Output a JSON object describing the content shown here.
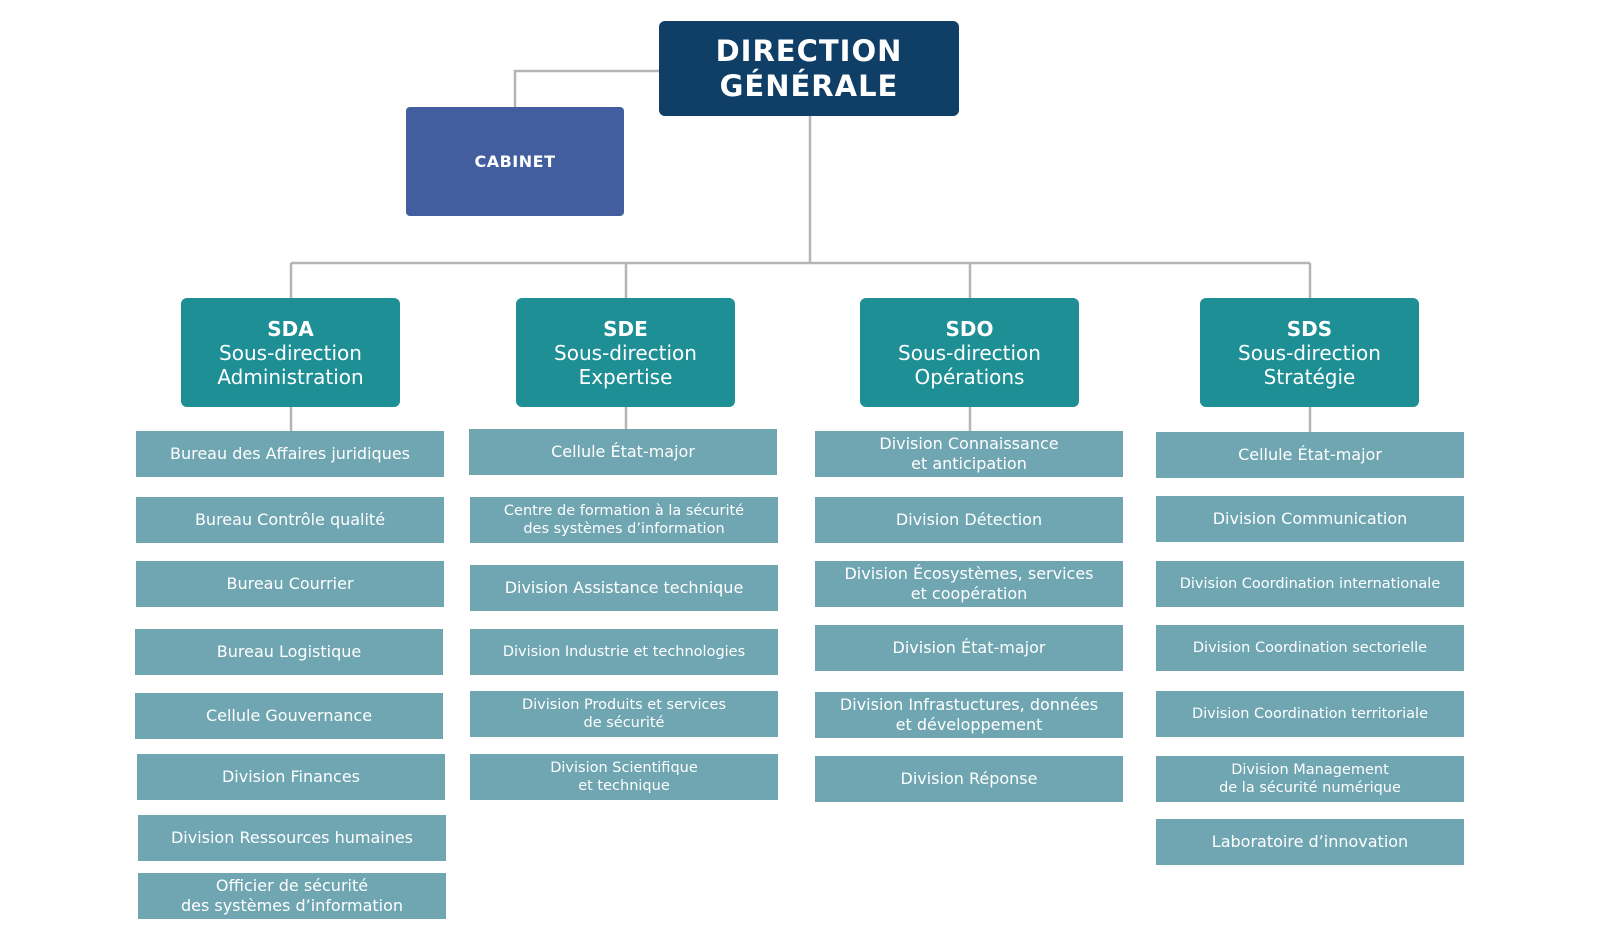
{
  "colors": {
    "direction": "#0f3e66",
    "cabinet": "#435e9e",
    "sous_direction": "#1f8f96",
    "item": "#6fa6b1",
    "connector": "#b5b5b5"
  },
  "direction_generale": "DIRECTION\nGÉNÉRALE",
  "cabinet": "CABINET",
  "columns": [
    {
      "code": "SDA",
      "line1": "Sous-direction",
      "line2": "Administration",
      "items": [
        "Bureau des Affaires juridiques",
        "Bureau Contrôle qualité",
        "Bureau Courrier",
        "Bureau Logistique",
        "Cellule Gouvernance",
        "Division Finances",
        "Division Ressources humaines",
        "Officier de sécurité\ndes systèmes d’information"
      ]
    },
    {
      "code": "SDE",
      "line1": "Sous-direction",
      "line2": "Expertise",
      "items": [
        "Cellule État-major",
        "Centre de formation à la sécurité\ndes systèmes d’information",
        "Division Assistance technique",
        "Division Industrie et technologies",
        "Division Produits et services\nde sécurité",
        "Division Scientifique\net technique"
      ]
    },
    {
      "code": "SDO",
      "line1": "Sous-direction",
      "line2": "Opérations",
      "items": [
        "Division Connaissance\net anticipation",
        "Division Détection",
        "Division Écosystèmes, services\net coopération",
        "Division État-major",
        "Division Infrastuctures, données\net développement",
        "Division Réponse"
      ]
    },
    {
      "code": "SDS",
      "line1": "Sous-direction",
      "line2": "Stratégie",
      "items": [
        "Cellule État-major",
        "Division Communication",
        "Division Coordination internationale",
        "Division Coordination sectorielle",
        "Division Coordination territoriale",
        "Division Management\nde la sécurité numérique",
        "Laboratoire d’innovation"
      ]
    }
  ]
}
